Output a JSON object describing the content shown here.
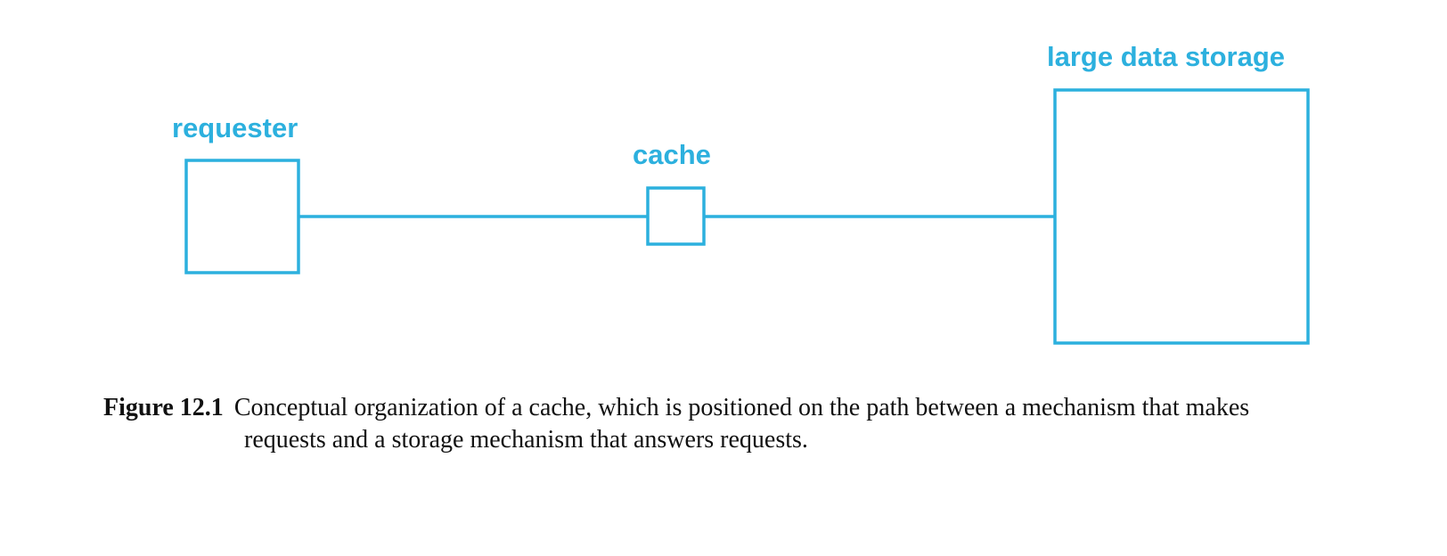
{
  "colors": {
    "accent": "#2cb0de",
    "caption_text": "#111111"
  },
  "diagram": {
    "nodes": {
      "requester": {
        "label": "requester"
      },
      "cache": {
        "label": "cache"
      },
      "storage": {
        "label": "large data storage"
      }
    }
  },
  "caption": {
    "number": "Figure 12.1",
    "line1": "Conceptual organization of a cache, which is positioned on the path between a mechanism that makes",
    "line2": "requests and a storage mechanism that answers requests."
  }
}
